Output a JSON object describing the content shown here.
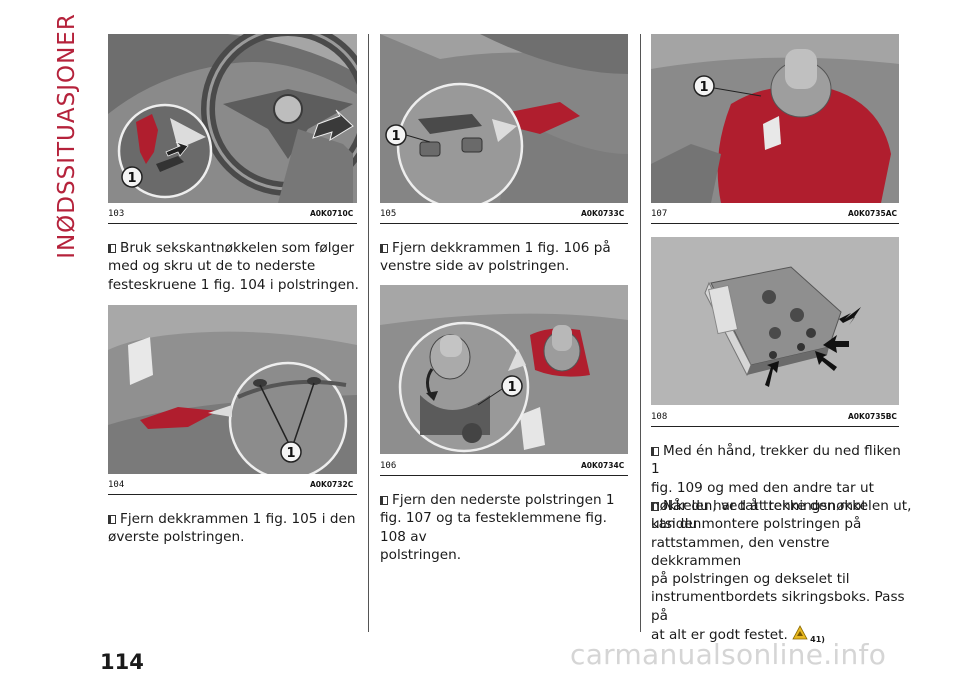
{
  "section_title": "INØDSSITUASJONER",
  "page_number": "114",
  "watermark": "carmanualsonline.info",
  "figures": [
    {
      "number": "103",
      "code": "A0K0710C",
      "callout": "1"
    },
    {
      "number": "104",
      "code": "A0K0732C",
      "callout": "1"
    },
    {
      "number": "105",
      "code": "A0K0733C",
      "callout": "1"
    },
    {
      "number": "106",
      "code": "A0K0734C",
      "callout": "1"
    },
    {
      "number": "107",
      "code": "A0K0735AC",
      "callout": "1"
    },
    {
      "number": "108",
      "code": "A0K0735BC"
    }
  ],
  "paragraphs": {
    "p1": [
      "Bruk sekskantnøkkelen som følger",
      "med og skru ut de to nederste",
      "festeskruene 1 fig. 104 i polstringen."
    ],
    "p2": [
      "Fjern dekkrammen 1 fig. 105 i den",
      "øverste polstringen."
    ],
    "p3": [
      "Fjern dekkrammen 1 fig. 106 på",
      "venstre side av polstringen."
    ],
    "p4": [
      "Fjern den nederste polstringen 1",
      "fig. 107 og ta festeklemmene fig. 108 av",
      "polstringen."
    ],
    "p5": [
      "Med én hånd, trekker du ned fliken 1",
      "fig. 109 og med den andre tar ut",
      "nøkkelen, ved å trekke den mot utsiden."
    ],
    "p6": [
      "Når du har tatt tenningsnøkkelen ut,",
      "kan du montere polstringen på",
      "rattstammen, den venstre dekkrammen",
      "på polstringen og dekselet til",
      "instrumentbordets sikringsboks. Pass på",
      "at alt er godt festet."
    ],
    "p6_ref": "41)"
  },
  "colors": {
    "accent": "#b5223b",
    "highlight": "#b01e2e"
  },
  "icons": [
    "checkbox-bullet-icon",
    "warning-icon"
  ]
}
